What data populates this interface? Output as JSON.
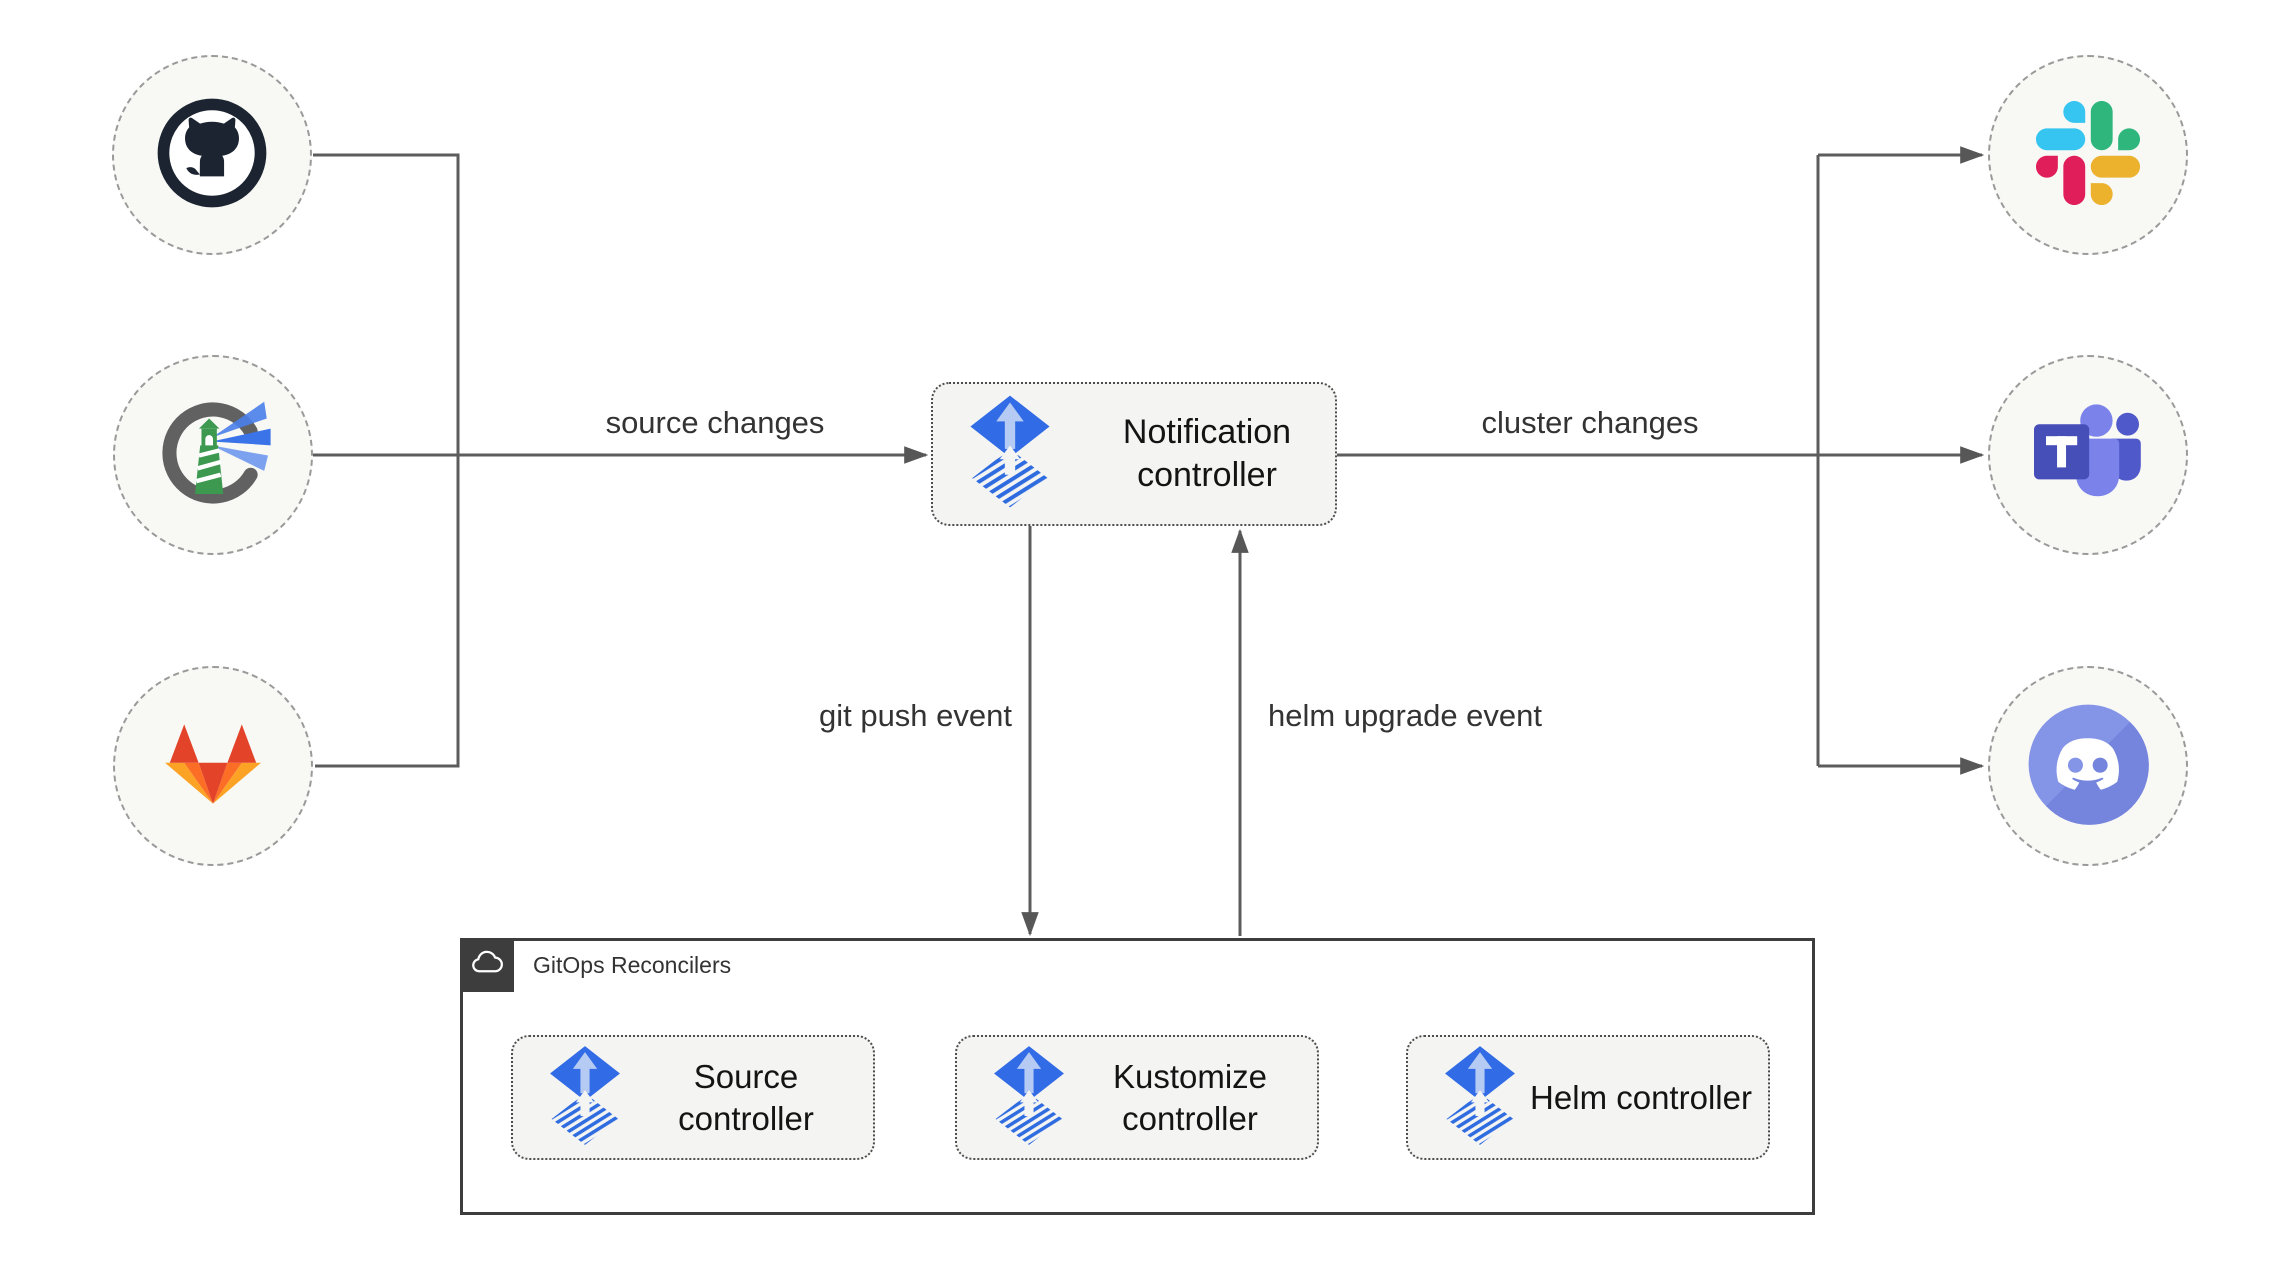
{
  "nodes": {
    "notification": {
      "label": "Notification controller",
      "icon": "flux-icon"
    },
    "source": {
      "label": "Source controller",
      "icon": "flux-icon"
    },
    "kustomize": {
      "label": "Kustomize controller",
      "icon": "flux-icon"
    },
    "helm": {
      "label": "Helm controller",
      "icon": "flux-icon"
    }
  },
  "group": {
    "label": "GitOps Reconcilers",
    "icon": "cloud-icon"
  },
  "edge_labels": {
    "source_changes": "source changes",
    "cluster_changes": "cluster changes",
    "git_push": "git push event",
    "helm_upgrade": "helm upgrade event"
  },
  "integrations": {
    "sources": [
      "github-icon",
      "harbor-icon",
      "gitlab-icon"
    ],
    "notifiers": [
      "slack-icon",
      "microsoft-teams-icon",
      "discord-icon"
    ]
  },
  "colors": {
    "flux_blue": "#316CE6",
    "flux_arrow_light": "#b6cbf3",
    "line": "#5c5c5c",
    "node_fill": "#f4f4f3",
    "group_border": "#3d3d3d",
    "github_dark": "#1b2430",
    "harbor_gray": "#616161",
    "harbor_green": "#3d9950",
    "harbor_beam_blue": "#4a80ea",
    "gitlab_red": "#E24329",
    "gitlab_orange": "#FC6D26",
    "gitlab_yellow": "#FCA326",
    "slack_blue": "#36C5F0",
    "slack_green": "#2EB67D",
    "slack_yellow": "#ECB22E",
    "slack_pink": "#E01E5A",
    "teams_purple": "#464EB8",
    "teams_light_purple": "#7B83EB",
    "teams_mid_purple": "#5059C9",
    "discord_blurple": "#7d8de4"
  }
}
